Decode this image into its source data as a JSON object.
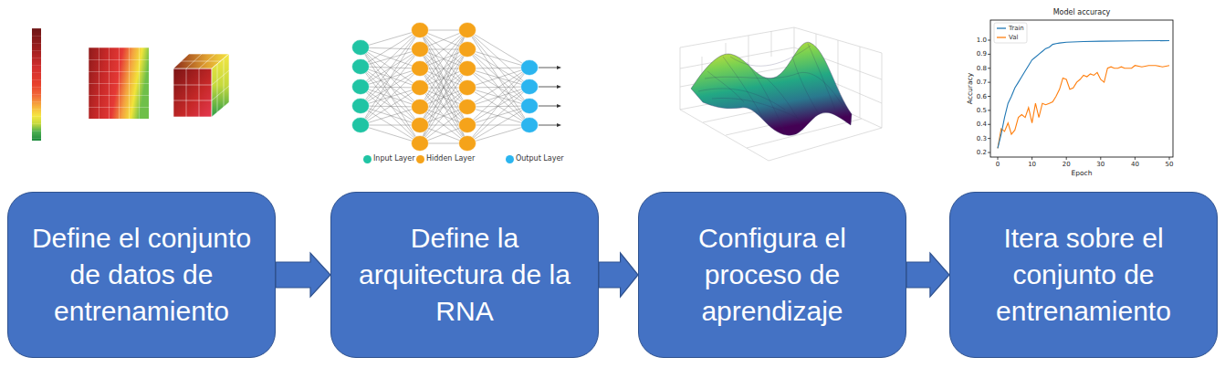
{
  "diagram": {
    "nodes": [
      {
        "text": [
          "Define el conjunto de datos de entrenamiento"
        ]
      },
      {
        "text": [
          "Define la arquitectura de la RNA"
        ]
      },
      {
        "text": [
          "Configura el proceso de aprendizaje"
        ]
      },
      {
        "text": [
          "Itera sobre el conjunto de entrenamiento"
        ]
      }
    ],
    "edges": [
      {
        "from": 0,
        "to": 1,
        "arrow": "to"
      },
      {
        "from": 1,
        "to": 2,
        "arrow": "to"
      },
      {
        "from": 2,
        "to": 3,
        "arrow": "to"
      }
    ],
    "labels": [
      "Model accuracy",
      "1.0",
      "0.9",
      "0.8",
      "0.7",
      "0.6",
      "0.5",
      "0.4",
      "0.3",
      "0.2",
      "0",
      "10",
      "20",
      "30",
      "40",
      "50",
      "Epoch",
      "Accuracy"
    ],
    "legend": [
      {
        "text": "Input Layer",
        "color": "#20c4a4"
      },
      {
        "text": "Hidden Layer",
        "color": "#f5a31a"
      },
      {
        "text": "Output Layer",
        "color": "#2bb5ef"
      },
      {
        "text": "Train"
      },
      {
        "text": "Val"
      }
    ]
  }
}
